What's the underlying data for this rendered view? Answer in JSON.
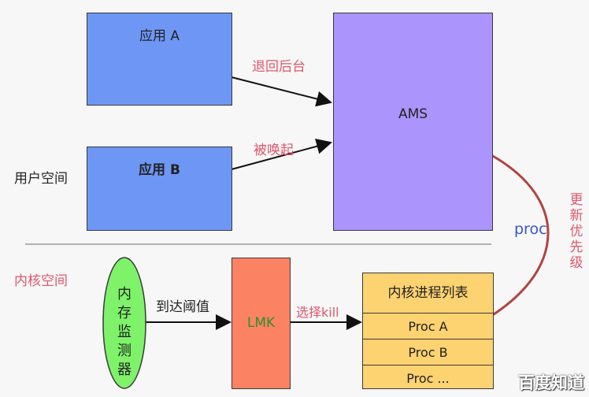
{
  "spaces": {
    "user": "用户空间",
    "kernel": "内核空间"
  },
  "app_a": {
    "label": "应用 A"
  },
  "app_b": {
    "label": "应用 B"
  },
  "ams": {
    "label": "AMS"
  },
  "edge_back": "退回后台",
  "edge_wake": "被唤起",
  "proc_label": "proc",
  "update_priority": "更新优先级",
  "monitor": "内存监测器",
  "threshold": "到达阈值",
  "lmk": "LMK",
  "select_kill": "选择kill",
  "process_list": {
    "title": "内核进程列表",
    "rows": [
      "Proc A",
      "Proc B",
      "Proc ..."
    ]
  },
  "watermark": "百度知道",
  "colors": {
    "app": "#6e96f5",
    "ams": "#ab94fb",
    "lmk": "#fb8262",
    "list": "#fdd270",
    "monitor": "#7ef36a",
    "accent_text": "#e0566d",
    "proc_text": "#3b55c9",
    "curve": "#b2423f"
  }
}
